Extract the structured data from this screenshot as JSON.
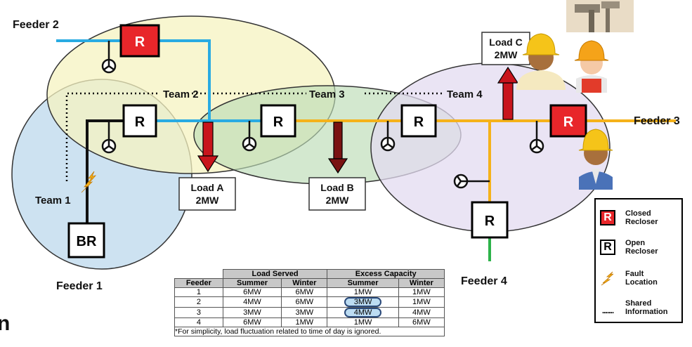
{
  "feeders": {
    "f1": "Feeder 1",
    "f2": "Feeder 2",
    "f3": "Feeder 3",
    "f4": "Feeder 4"
  },
  "teams": {
    "t1": "Team 1",
    "t2": "Team 2",
    "t3": "Team 3",
    "t4": "Team 4"
  },
  "loads": {
    "a_name": "Load A",
    "a_value": "2MW",
    "b_name": "Load B",
    "b_value": "2MW",
    "c_name": "Load C",
    "c_value": "2MW"
  },
  "recloser_label": "R",
  "breaker_label": "BR",
  "colors": {
    "feeder2_line": "#29abe2",
    "feeder3_line": "#f5b21a",
    "feeder4_line": "#2db34a",
    "closed_recloser": "#e8262a",
    "load_arrow": "#c8141c",
    "zone_team1": "#c8dff0",
    "zone_team2": "#f5f3c0",
    "zone_team3": "#bcdcb6",
    "zone_team4": "#e3dbf0"
  },
  "table": {
    "group_headers": [
      "Load Served",
      "Excess Capacity"
    ],
    "columns": [
      "Feeder",
      "Summer",
      "Winter",
      "Summer",
      "Winter"
    ],
    "rows": [
      [
        "1",
        "6MW",
        "6MW",
        "1MW",
        "1MW"
      ],
      [
        "2",
        "4MW",
        "6MW",
        "3MW",
        "1MW"
      ],
      [
        "3",
        "3MW",
        "3MW",
        "4MW",
        "4MW"
      ],
      [
        "4",
        "6MW",
        "1MW",
        "1MW",
        "6MW"
      ]
    ],
    "highlighted_cells": [
      "2-3",
      "3-3"
    ],
    "note": "*For simplicity, load fluctuation related to time of day is ignored."
  },
  "legend": {
    "closed": "Closed\nRecloser",
    "open": "Open\nRecloser",
    "fault": "Fault\nLocation",
    "shared": "Shared\nInformation",
    "closed_symbol": "R",
    "open_symbol": "R",
    "shared_symbol": "......."
  },
  "partial_text": "n"
}
